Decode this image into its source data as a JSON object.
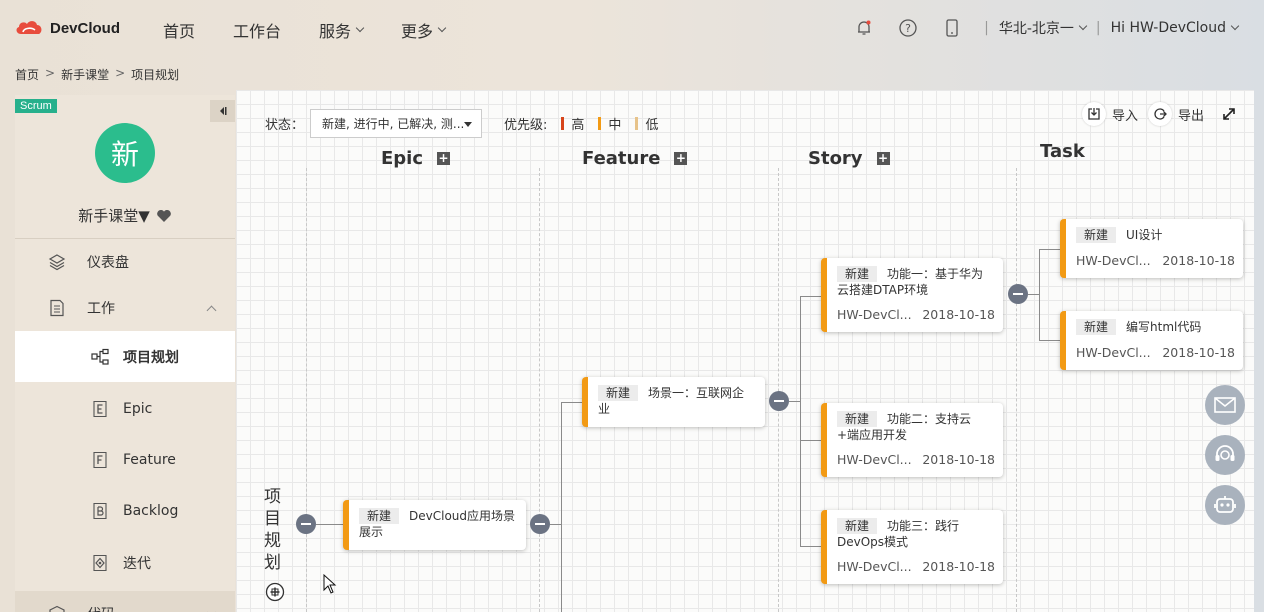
{
  "brand": {
    "name": "DevCloud"
  },
  "nav": {
    "items": [
      {
        "label": "首页",
        "dropdown": false
      },
      {
        "label": "工作台",
        "dropdown": false
      },
      {
        "label": "服务",
        "dropdown": true
      },
      {
        "label": "更多",
        "dropdown": true
      }
    ]
  },
  "header": {
    "region": "华北-北京一",
    "user": "Hi HW-DevCloud"
  },
  "breadcrumb": {
    "items": [
      "首页",
      "新手课堂",
      "项目规划"
    ]
  },
  "sidebar": {
    "badge": "Scrum",
    "avatar_char": "新",
    "project_name": "新手课堂▼",
    "menu": {
      "dashboard": "仪表盘",
      "work": "工作",
      "plan": "项目规划",
      "epic": "Epic",
      "feature": "Feature",
      "backlog": "Backlog",
      "iteration": "迭代",
      "code": "代码"
    }
  },
  "filters": {
    "status_label": "状态：",
    "status_value": "新建, 进行中, 已解决, 测...",
    "priority_label": "优先级:",
    "priorities": [
      {
        "label": "高",
        "color": "#d7441a"
      },
      {
        "label": "中",
        "color": "#f29a14"
      },
      {
        "label": "低",
        "color": "#e7c38a"
      }
    ]
  },
  "toolbar": {
    "import": "导入",
    "export": "导出"
  },
  "columns": {
    "epic": "Epic",
    "feature": "Feature",
    "story": "Story",
    "task": "Task"
  },
  "root": {
    "label": "项目规划"
  },
  "cards": {
    "epic1": {
      "status": "新建",
      "title": "DevCloud应用场景展示"
    },
    "feature1": {
      "status": "新建",
      "title": "场景一：互联网企业"
    },
    "story1": {
      "status": "新建",
      "title": "功能一：基于华为云搭建DTAP环境",
      "owner": "HW-DevCl...",
      "date": "2018-10-18"
    },
    "story2": {
      "status": "新建",
      "title": "功能二：支持云+端应用开发",
      "owner": "HW-DevCl...",
      "date": "2018-10-18"
    },
    "story3": {
      "status": "新建",
      "title": "功能三：践行DevOps模式",
      "owner": "HW-DevCl...",
      "date": "2018-10-18"
    },
    "task1": {
      "status": "新建",
      "title": "UI设计",
      "owner": "HW-DevCl...",
      "date": "2018-10-18"
    },
    "task2": {
      "status": "新建",
      "title": "编写html代码",
      "owner": "HW-DevCl...",
      "date": "2018-10-18"
    }
  },
  "colors": {
    "accent": "#f29a14",
    "brand": "#e84c3d",
    "scrum": "#27b08c",
    "avatar": "#2bbd8d"
  }
}
